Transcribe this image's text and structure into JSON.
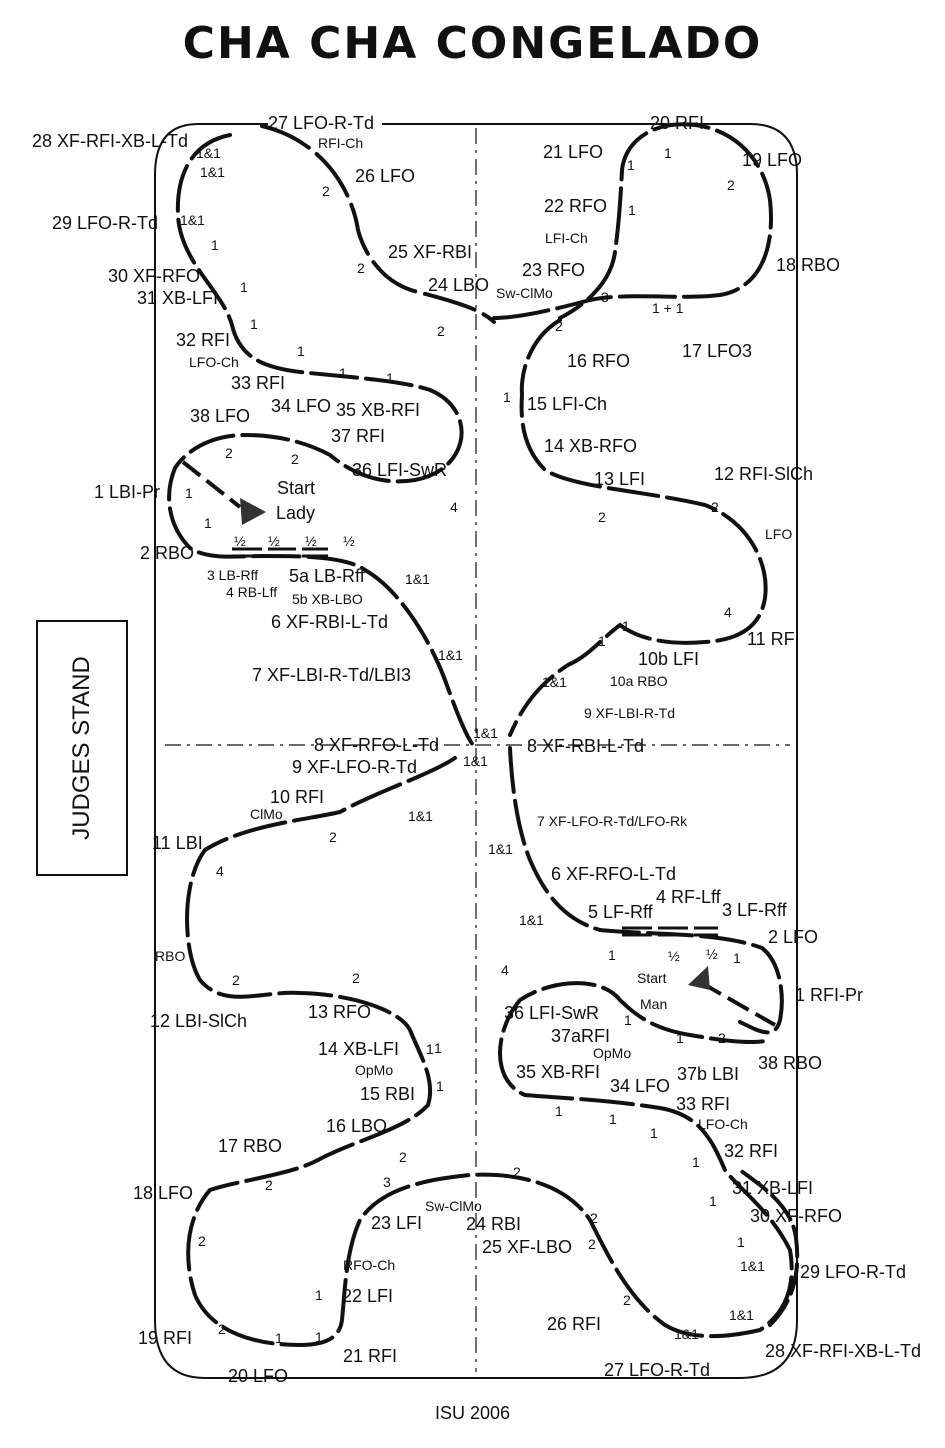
{
  "title": "CHA CHA CONGELADO",
  "footer": "ISU 2006",
  "judges_stand": "JUDGES STAND",
  "lady_labels": [
    "27 LFO-R-Td",
    "RFI-Ch",
    "20 RFI",
    "28 XF-RFI-XB-L-Td",
    "1&1",
    "1&1",
    "1&1",
    "21 LFO",
    "1",
    "1",
    "19 LFO",
    "2",
    "26 LFO",
    "22 RFO",
    "1",
    "29 LFO-R-Td",
    "LFI-Ch",
    "1",
    "25 XF-RBI",
    "2",
    "2",
    "18 RBO",
    "23 RFO",
    "Sw-ClMo",
    "30 XF-RFO",
    "1",
    "24 LBO",
    "3",
    "31 XB-LFI",
    "1 + 1",
    "2",
    "2",
    "32 RFI",
    "1",
    "17 LFO3",
    "LFO-Ch",
    "16 RFO",
    "1",
    "33 RFI",
    "1",
    "1",
    "34 LFO",
    "35 XB-RFI",
    "15 LFI-Ch",
    "38 LFO",
    "37 RFI",
    "14 XB-RFO",
    "1",
    "2",
    "2",
    "36 LFI-SwR",
    "13 LFI",
    "12 RFI-SlCh",
    "Start",
    "1 LBI-Pr",
    "1",
    "4",
    "2",
    "2",
    "Lady",
    "1",
    "LFO",
    "2 RBO",
    "½",
    "½",
    "½",
    "½",
    "3 LB-Rff",
    "5a LB-Rff",
    "1&1",
    "4 RB-Lff",
    "5b XB-LBO",
    "4",
    "6 XF-RBI-L-Td",
    "11 RFI",
    "1",
    "1",
    "1&1",
    "10b LFI",
    "7 XF-LBI-R-Td/LBI3",
    "1&1",
    "10a RBO",
    "9 XF-LBI-R-Td",
    "1&1"
  ],
  "man_labels": [
    "8 XF-RFO-L-Td",
    "8 XF-RBI-L-Td",
    "9 XF-LFO-R-Td",
    "1&1",
    "10 RFI",
    "ClMo",
    "1&1",
    "7 XF-LFO-R-Td/LFO-Rk",
    "2",
    "11 LBI",
    "1&1",
    "4",
    "6 XF-RFO-L-Td",
    "4 RF-Lff",
    "5 LF-Rff",
    "3 LF-Rff",
    "1&1",
    "2 LFO",
    "RBO",
    "1",
    "½",
    "½",
    "1",
    "Start",
    "4",
    "2",
    "2",
    "1 RFI-Pr",
    "Man",
    "13 RFO",
    "36 LFI-SwR",
    "1",
    "1",
    "12 LBI-SlCh",
    "37aRFI",
    "1",
    "2",
    "OpMo",
    "14 XB-LFI",
    "1",
    "OpMo",
    "38 RBO",
    "37b LBI",
    "15 RBI",
    "1",
    "35 XB-RFI",
    "34 LFO",
    "33 RFI",
    "1",
    "1",
    "16 LBO",
    "LFO-Ch",
    "1",
    "2",
    "32 RFI",
    "17 RBO",
    "1",
    "2",
    "2",
    "31 XB-LFI",
    "18 LFO",
    "3",
    "1",
    "Sw-ClMo",
    "30 XF-RFO",
    "2",
    "23 LFI",
    "24 RBI",
    "2",
    "25 XF-LBO",
    "2",
    "1",
    "1&1",
    "29 LFO-R-Td",
    "RFO-Ch",
    "1",
    "22 LFI",
    "2",
    "1&1",
    "26 RFI",
    "2",
    "1&1",
    "28 XF-RFI-XB-L-Td",
    "1",
    "1",
    "19 RFI",
    "21 RFI",
    "20 LFO",
    "27 LFO-R-Td"
  ]
}
